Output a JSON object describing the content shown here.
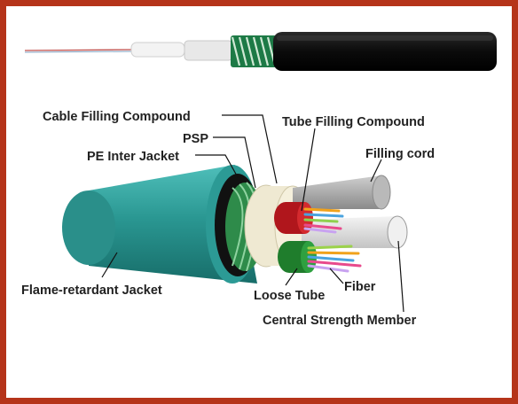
{
  "labels": {
    "cable_filling_compound": "Cable Filling Compound",
    "tube_filling_compound": "Tube Filling Compound",
    "psp": "PSP",
    "pe_inter_jacket": "PE Inter Jacket",
    "filling_cord": "Filling cord",
    "flame_retardant_jacket": "Flame-retardant Jacket",
    "loose_tube": "Loose Tube",
    "fiber": "Fiber",
    "central_strength_member": "Central Strength Member"
  },
  "colors": {
    "frame": "#b5341a",
    "jacket": "#2f9e9a",
    "black_jacket": "#111111",
    "armor": "#2e8b4a",
    "red_tube": "#b0161c",
    "green_tube": "#1f7d2c",
    "filling_cord": "#a6a6a6",
    "strength_member": "#e3e3e3"
  }
}
